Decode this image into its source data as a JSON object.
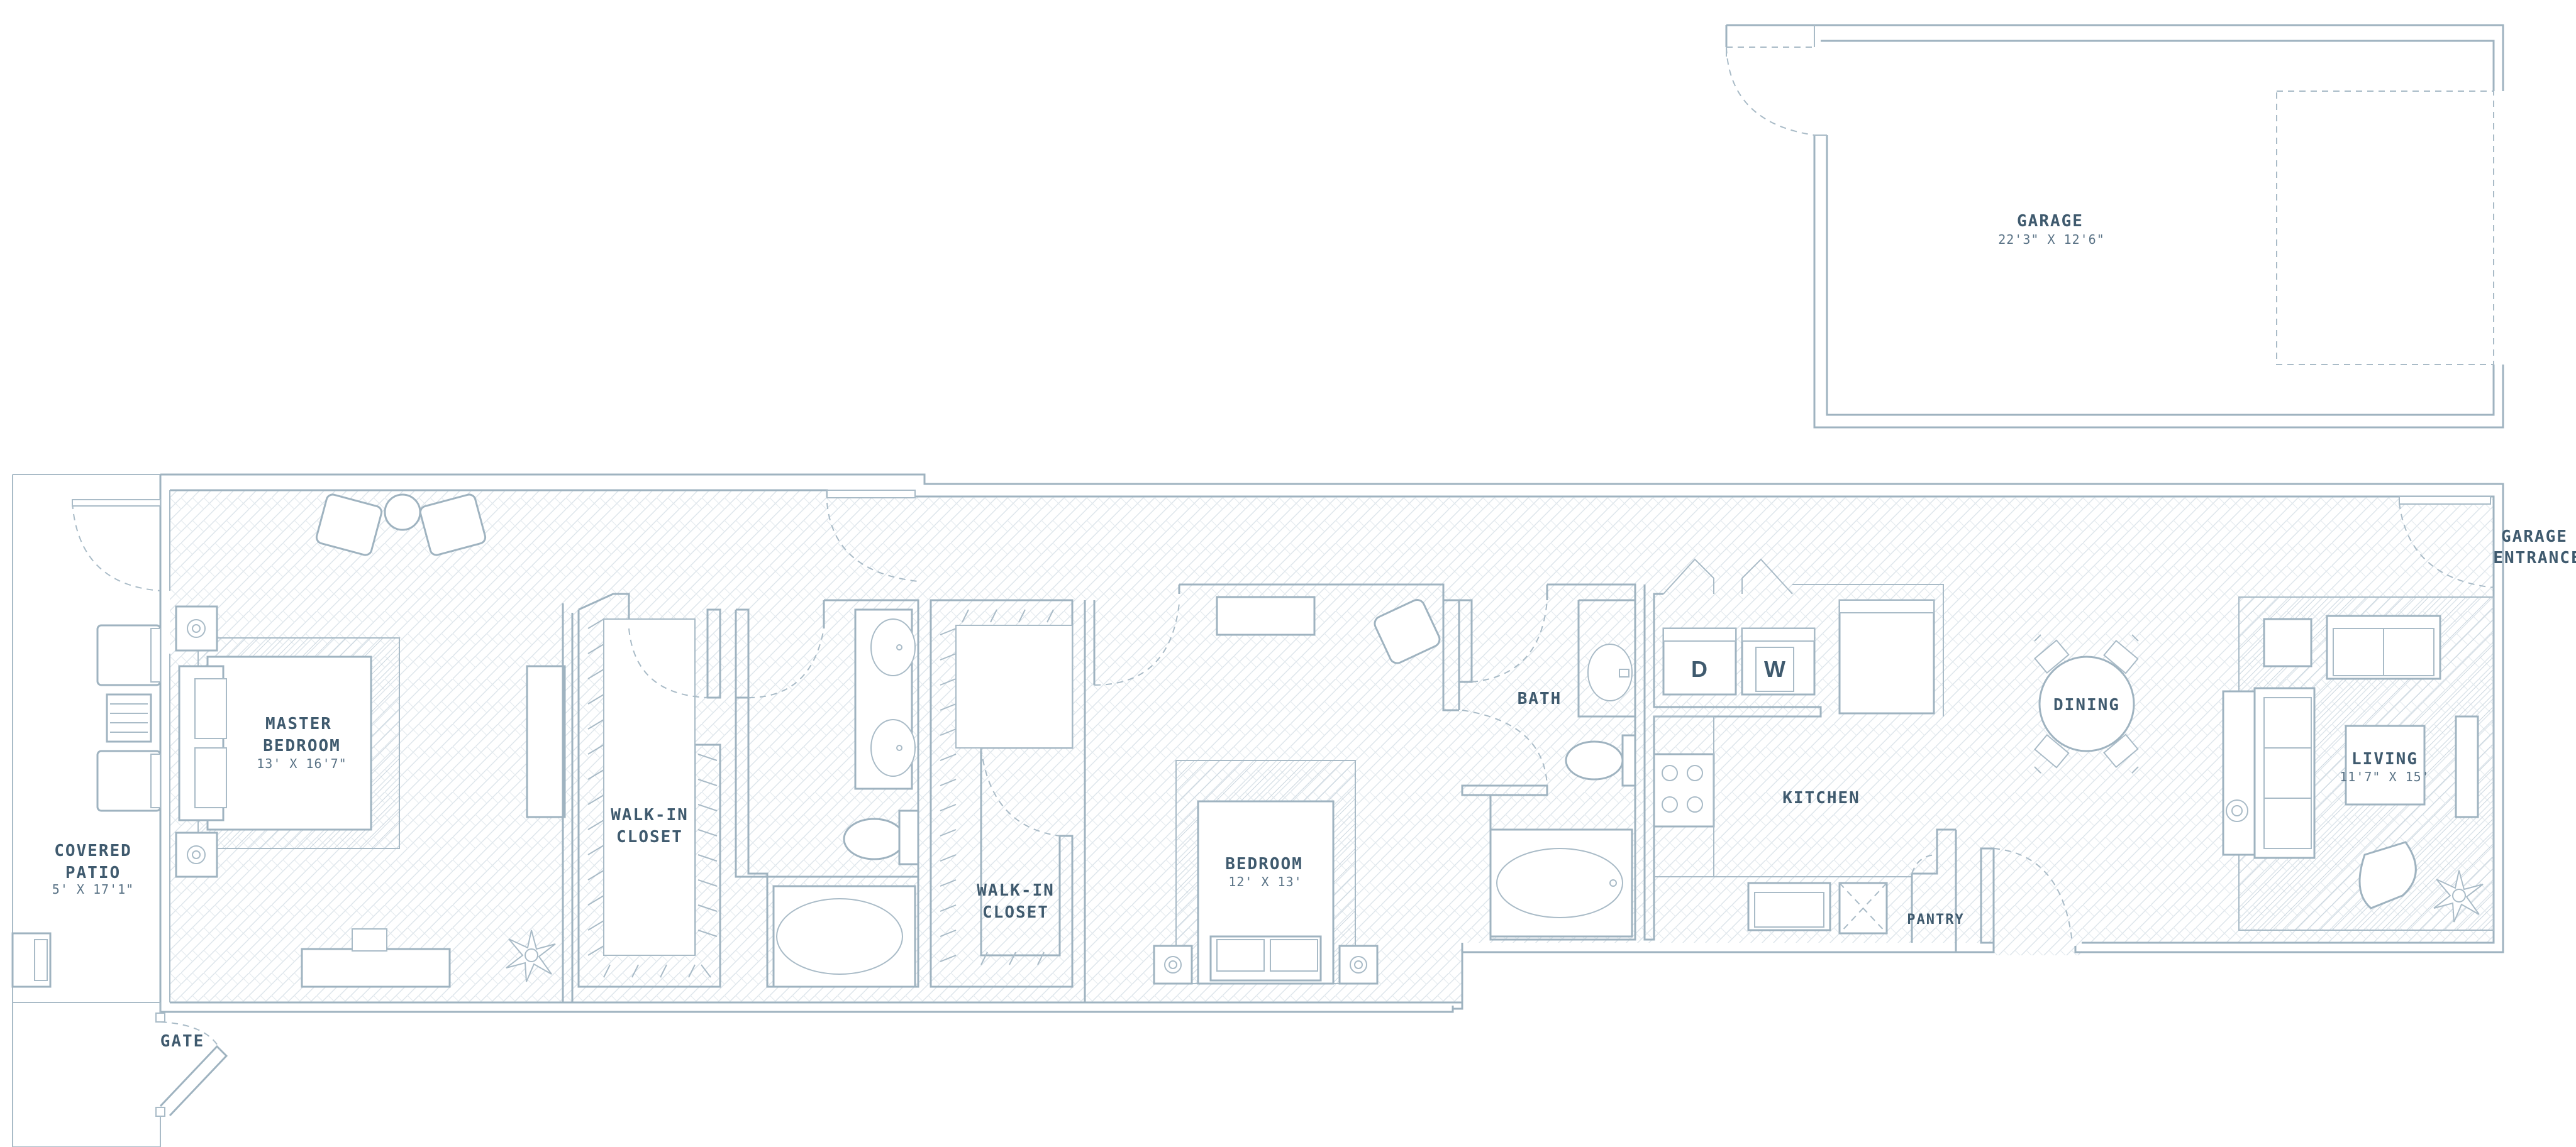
{
  "rooms": {
    "garage": {
      "name": "GARAGE",
      "dims": "22'3\" X 12'6\""
    },
    "master": {
      "line1": "MASTER",
      "line2": "BEDROOM",
      "dims": "13' X 16'7\""
    },
    "walkin1": {
      "line1": "WALK-IN",
      "line2": "CLOSET"
    },
    "walkin2": {
      "line1": "WALK-IN",
      "line2": "CLOSET"
    },
    "bedroom": {
      "name": "BEDROOM",
      "dims": "12' X 13'"
    },
    "bath": {
      "name": "BATH"
    },
    "kitchen": {
      "name": "KITCHEN"
    },
    "pantry": {
      "name": "PANTRY"
    },
    "dining": {
      "name": "DINING"
    },
    "living": {
      "name": "LIVING",
      "dims": "11'7\" X 15'"
    },
    "patio": {
      "line1": "COVERED",
      "line2": "PATIO",
      "dims": "5' X 17'1\""
    },
    "gate": {
      "name": "GATE"
    },
    "garage_entrance": {
      "line1": "GARAGE",
      "line2": "ENTRANCE"
    }
  },
  "appliances": {
    "dryer": "D",
    "washer": "W"
  },
  "colors": {
    "wall": "#9fb3c0",
    "hatch": "#dce4ea",
    "text": "#3f5a6e"
  }
}
